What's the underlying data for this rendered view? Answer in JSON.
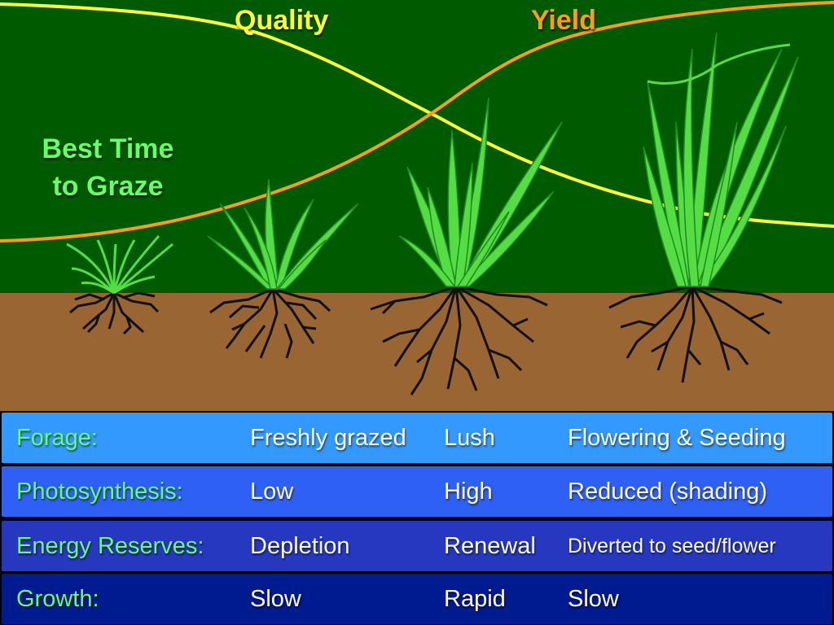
{
  "diagram": {
    "curve_labels": {
      "quality": "Quality",
      "yield": "Yield"
    },
    "best_time": {
      "line1": "Best Time",
      "line2": "to Graze"
    },
    "colors": {
      "sky": "#005a00",
      "soil": "#996633",
      "quality_curve": "#ffff33",
      "yield_curve": "#ff9a1a",
      "grass": "#55dd44",
      "roots": "#111111"
    }
  },
  "table": {
    "rows": [
      {
        "label": "Forage:",
        "c1": "Freshly grazed",
        "c2": "Lush",
        "c3": "Flowering & Seeding",
        "color": "#3399ff"
      },
      {
        "label": "Photosynthesis:",
        "c1": "Low",
        "c2": "High",
        "c3": "Reduced (shading)",
        "color": "#2f60f5"
      },
      {
        "label": "Energy Reserves:",
        "c1": "Depletion",
        "c2": "Renewal",
        "c3": "Diverted to seed/flower",
        "color": "#2638c0"
      },
      {
        "label": "Growth:",
        "c1": "Slow",
        "c2": "Rapid",
        "c3": "Slow",
        "color": "#001a90"
      }
    ]
  }
}
